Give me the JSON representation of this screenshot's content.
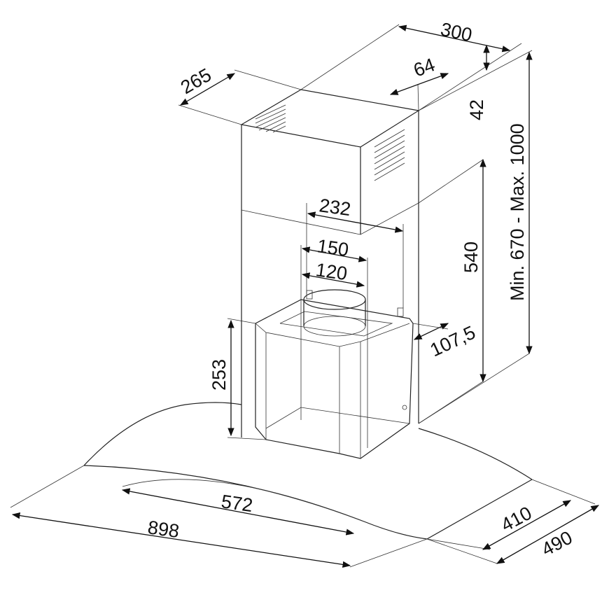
{
  "drawing": {
    "title": "Chimney hood dimension drawing",
    "dimensions": {
      "chimney_depth_top": "300",
      "chimney_offset": "64",
      "chimney_width": "265",
      "top_gap": "42",
      "chimney_height_range": "Min. 670 - Max. 1000",
      "bracket_width": "232",
      "outlet_outer": "150",
      "outlet_inner": "120",
      "lower_chimney_height": "540",
      "outlet_offset": "107,5",
      "body_height": "253",
      "glass_width": "572",
      "total_width": "898",
      "glass_depth": "410",
      "total_depth": "490"
    }
  }
}
